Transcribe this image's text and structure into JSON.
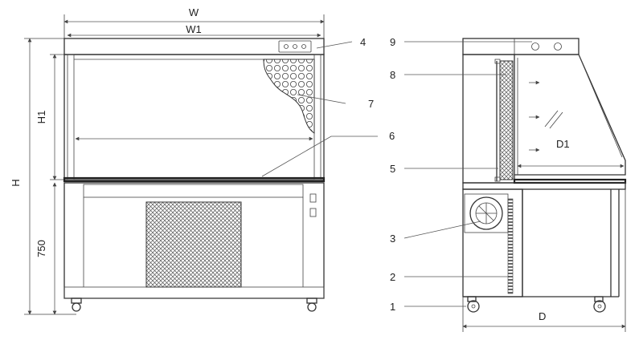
{
  "figure": {
    "front_view": {
      "dimensions": {
        "width_total": "W",
        "width_inner": "W1",
        "height_total": "H",
        "height_inner": "H1",
        "stand_height": "750"
      },
      "callouts": {
        "c4": "4",
        "c6": "6",
        "c7": "7"
      }
    },
    "side_view": {
      "dimensions": {
        "depth_total": "D",
        "depth_inner": "D1"
      },
      "callouts": {
        "c1": "1",
        "c2": "2",
        "c3": "3",
        "c5": "5",
        "c8": "8",
        "c9": "9"
      }
    }
  }
}
